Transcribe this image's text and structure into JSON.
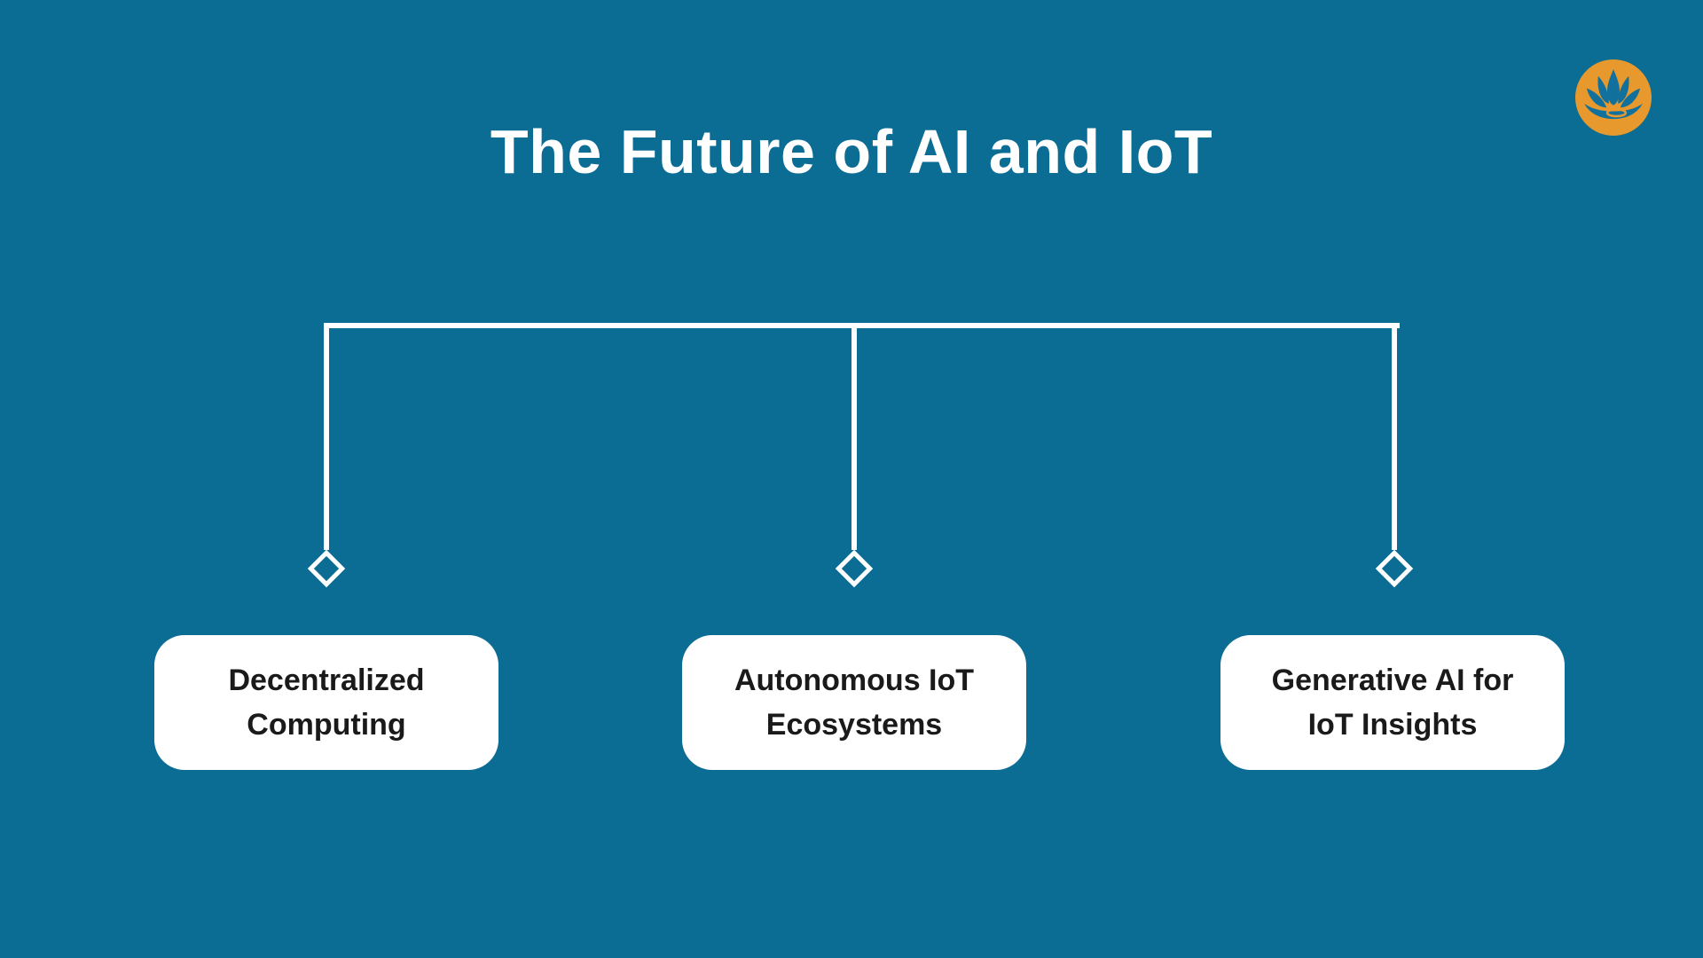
{
  "page": {
    "title": "The Future of AI and IoT",
    "background_color": "#0B6C94",
    "title_color": "#FFFFFF"
  },
  "logo": {
    "description": "lotus flower in orange circle badge",
    "circle_color": "#E8992E",
    "lotus_color": "#11719C"
  },
  "diagram": {
    "connector_color": "#FFFFFF",
    "terminal_shape": "outlined-diamond",
    "node_background": "#FFFFFF",
    "node_text_color": "#1A1A1A",
    "nodes": [
      {
        "lines": [
          "Decentralized",
          "Computing"
        ]
      },
      {
        "lines": [
          "Autonomous IoT",
          "Ecosystems"
        ]
      },
      {
        "lines": [
          "Generative AI for",
          "IoT Insights"
        ]
      }
    ]
  }
}
